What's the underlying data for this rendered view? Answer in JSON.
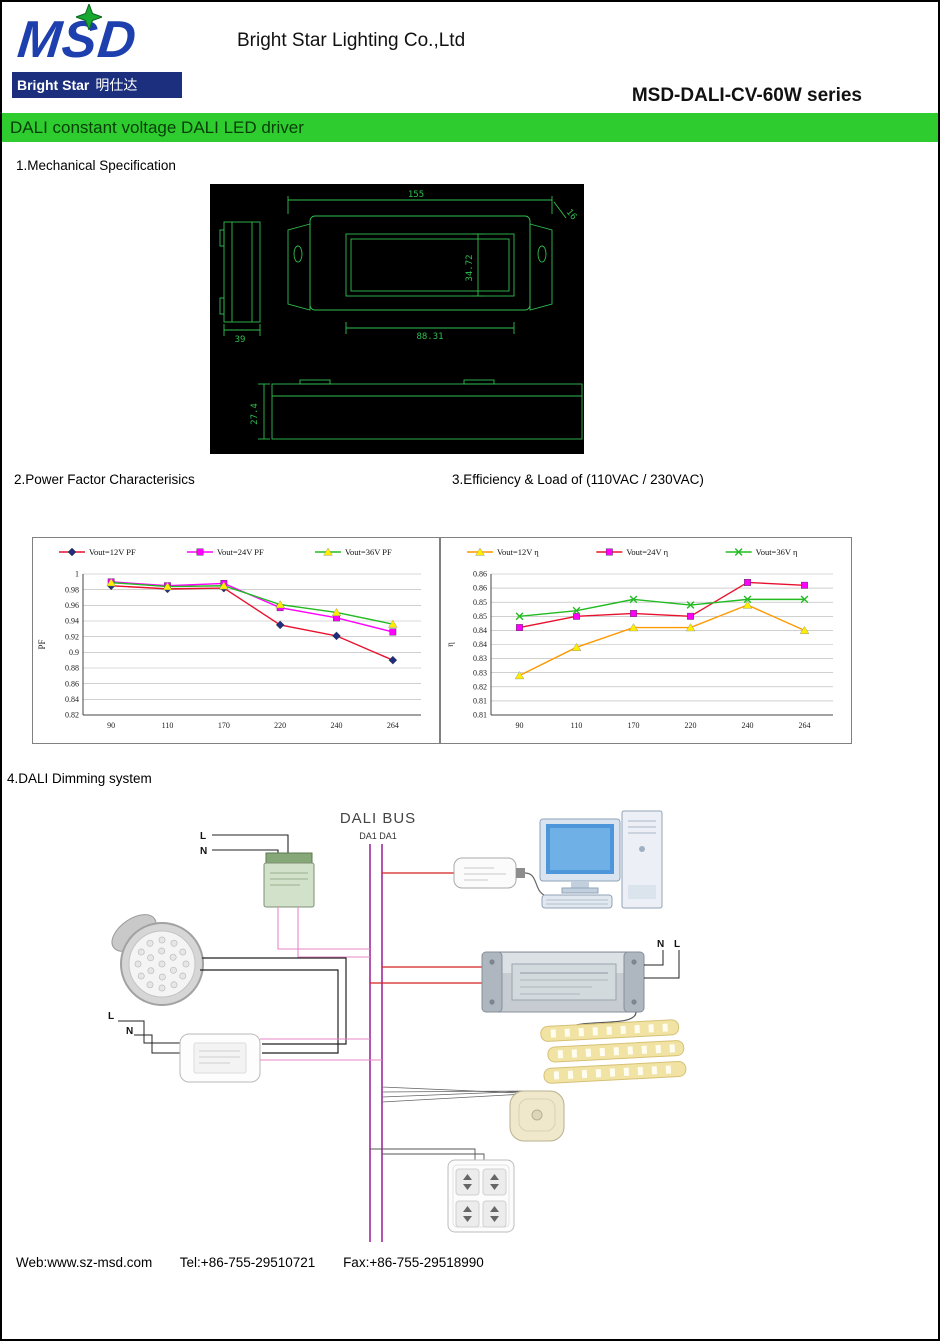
{
  "header": {
    "logo_text": "MSD",
    "logo_brand": "Bright Star",
    "logo_brand_cn": "明仕达",
    "company": "Bright Star Lighting Co.,Ltd",
    "series": "MSD-DALI-CV-60W series",
    "logo_color": "#1e3fae",
    "logo_bar_color": "#1b2f7e",
    "star_color": "#18a832"
  },
  "banner": {
    "title": "DALI constant voltage DALI LED driver",
    "color": "#2fcc2f"
  },
  "sections": {
    "mechanical": "1.Mechanical Specification",
    "power_factor": "2.Power Factor Characterisics",
    "efficiency": "3.Efficiency & Load of (110VAC / 230VAC)",
    "dali": "4.DALI Dimming system"
  },
  "mechanical_drawing": {
    "bg_color": "#000000",
    "line_color": "#2fbf4f",
    "dim_total_width": "155",
    "dim_corner": "16",
    "dim_height": "34.72",
    "dim_inner_width": "88.31",
    "dim_depth": "39",
    "dim_side_height": "27.4"
  },
  "chart_data": [
    {
      "type": "line",
      "title": "",
      "xlabel": "",
      "ylabel": "PF",
      "x_labels": [
        "90",
        "110",
        "170",
        "220",
        "240",
        "264"
      ],
      "ylim": [
        0.82,
        1.0
      ],
      "ytick_values": [
        1.0,
        0.98,
        0.96,
        0.94,
        0.92,
        0.9,
        0.88,
        0.86,
        0.84,
        0.82
      ],
      "ytick_labels": [
        "1",
        "0.98",
        "0.96",
        "0.94",
        "0.92",
        "0.9",
        "0.88",
        "0.86",
        "0.84",
        "0.82"
      ],
      "grid": true,
      "legend_position": "top",
      "series": [
        {
          "name": "Vout=12V PF",
          "line_color": "#e8112d",
          "marker": "diamond",
          "marker_color": "#1f2d7a",
          "values": [
            0.985,
            0.981,
            0.982,
            0.935,
            0.921,
            0.89
          ]
        },
        {
          "name": "Vout=24V PF",
          "line_color": "#ff00ff",
          "marker": "square",
          "marker_color": "#ff00ff",
          "values": [
            0.99,
            0.985,
            0.988,
            0.957,
            0.944,
            0.926
          ]
        },
        {
          "name": "Vout=36V PF",
          "line_color": "#22bb22",
          "marker": "triangle",
          "marker_color": "#ffee00",
          "values": [
            0.989,
            0.984,
            0.985,
            0.961,
            0.951,
            0.936
          ]
        }
      ]
    },
    {
      "type": "line",
      "title": "",
      "xlabel": "",
      "ylabel": "η",
      "x_labels": [
        "90",
        "110",
        "170",
        "220",
        "240",
        "264"
      ],
      "ylim": [
        0.81,
        0.86
      ],
      "ytick_values": [
        0.86,
        0.855,
        0.85,
        0.845,
        0.84,
        0.835,
        0.83,
        0.825,
        0.82,
        0.815,
        0.81
      ],
      "ytick_labels": [
        "0.86",
        "0.86",
        "0.85",
        "0.85",
        "0.84",
        "0.84",
        "0.83",
        "0.83",
        "0.82",
        "0.81",
        "0.81"
      ],
      "grid": true,
      "legend_position": "top",
      "series": [
        {
          "name": "Vout=12V  η",
          "line_color": "#ff9900",
          "marker": "triangle",
          "marker_color": "#ffee00",
          "values": [
            0.824,
            0.834,
            0.841,
            0.841,
            0.849,
            0.84
          ]
        },
        {
          "name": "Vout=24V  η",
          "line_color": "#e8112d",
          "marker": "square",
          "marker_color": "#ff00ff",
          "values": [
            0.841,
            0.845,
            0.846,
            0.845,
            0.857,
            0.856
          ]
        },
        {
          "name": "Vout=36V  η",
          "line_color": "#22bb22",
          "marker": "x",
          "marker_color": "#22bb22",
          "values": [
            0.845,
            0.847,
            0.851,
            0.849,
            0.851,
            0.851
          ]
        }
      ]
    }
  ],
  "diagram": {
    "title": "DALI BUS",
    "bus_label": "DA1 DA1",
    "mains_l": "L",
    "mains_n": "N",
    "lamp_l": "L",
    "lamp_n": "N",
    "driver_n": "N",
    "driver_l": "L",
    "bus_color": "#a02aa0"
  },
  "footer": {
    "web": "Web:www.sz-msd.com",
    "tel": "Tel:+86-755-29510721",
    "fax": "Fax:+86-755-29518990"
  }
}
